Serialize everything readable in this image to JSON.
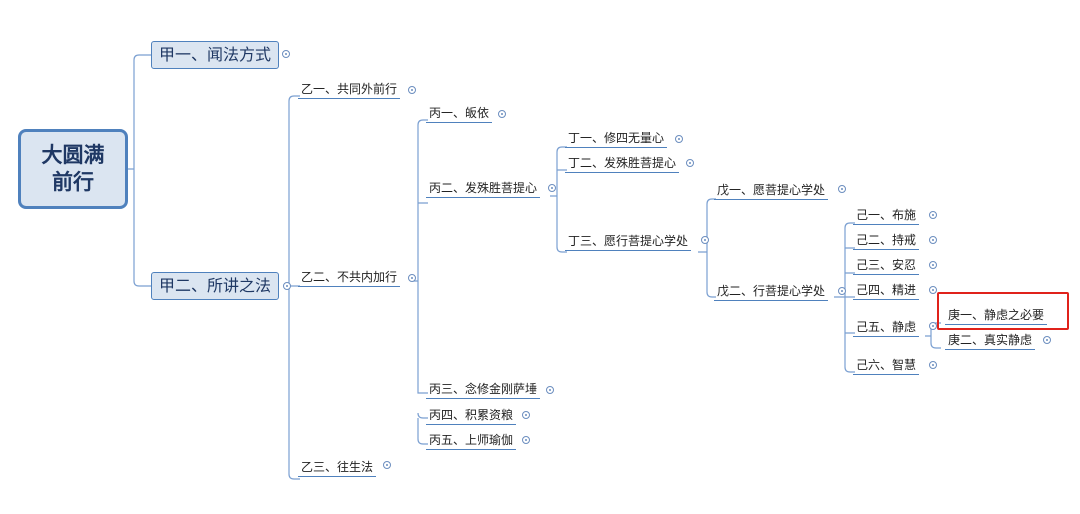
{
  "mindmap": {
    "root": "大圆满\n前行",
    "n_jia1": "甲一、闻法方式",
    "n_jia2": "甲二、所讲之法",
    "n_yi1": "乙一、共同外前行",
    "n_yi2": "乙二、不共内加行",
    "n_yi3": "乙三、往生法",
    "n_bing1": "丙一、皈依",
    "n_bing2": "丙二、发殊胜菩提心",
    "n_bing3": "丙三、念修金刚萨埵",
    "n_bing4": "丙四、积累资粮",
    "n_bing5": "丙五、上师瑜伽",
    "n_ding1": "丁一、修四无量心",
    "n_ding2": "丁二、发殊胜菩提心",
    "n_ding3": "丁三、愿行菩提心学处",
    "n_wu1": "戊一、愿菩提心学处",
    "n_wu2": "戊二、行菩提心学处",
    "n_ji1": "己一、布施",
    "n_ji2": "己二、持戒",
    "n_ji3": "己三、安忍",
    "n_ji4": "己四、精进",
    "n_ji5": "己五、静虑",
    "n_ji6": "己六、智慧",
    "n_geng1": "庚一、静虑之必要",
    "n_geng2": "庚二、真实静虑"
  },
  "colors": {
    "line": "#4f81bd",
    "highlight": "#e0221b",
    "nodeFill": "#dbe5f1"
  }
}
